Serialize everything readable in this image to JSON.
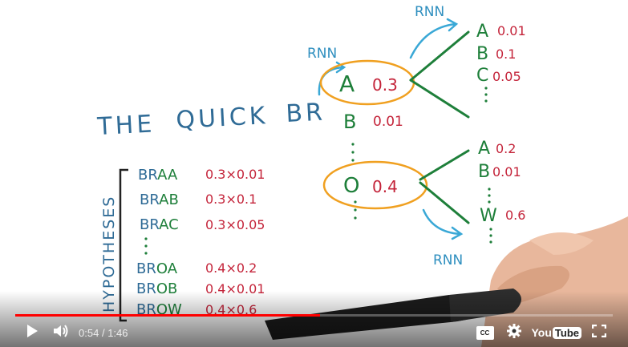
{
  "video": {
    "title_words": [
      "THE",
      "QUICK",
      "BR"
    ],
    "rnn_labels": [
      "RNN",
      "RNN",
      "RNN"
    ],
    "beam_top": {
      "letter": "A",
      "prob": "0.3"
    },
    "beam_second": {
      "letter": "B",
      "prob": "0.01"
    },
    "beam_bottom": {
      "letter": "O",
      "prob": "0.4"
    },
    "branch_top": [
      {
        "letter": "A",
        "prob": "0.01"
      },
      {
        "letter": "B",
        "prob": "0.1"
      },
      {
        "letter": "C",
        "prob": "0.05"
      }
    ],
    "branch_bottom": [
      {
        "letter": "A",
        "prob": "0.2"
      },
      {
        "letter": "B",
        "prob": "0.01"
      },
      {
        "letter": "W",
        "prob": "0.6"
      }
    ],
    "hypotheses_label": "HYPOTHESES",
    "hypotheses": [
      {
        "prefix": "BR",
        "suffix": "AA",
        "score": "0.3×0.01"
      },
      {
        "prefix": "BR",
        "suffix": "AB",
        "score": "0.3×0.1"
      },
      {
        "prefix": "BR",
        "suffix": "AC",
        "score": "0.3×0.05"
      },
      {
        "prefix": "BR",
        "suffix": "OA",
        "score": "0.4×0.2"
      },
      {
        "prefix": "BR",
        "suffix": "OB",
        "score": "0.4×0.01"
      },
      {
        "prefix": "BR",
        "suffix": "OW",
        "score": "0.4×0.6"
      }
    ]
  },
  "player": {
    "current_time": "0:54",
    "separator": "/",
    "duration": "1:46",
    "progress_fraction": 0.5094,
    "cc_label": "CC",
    "youtube_you": "You",
    "youtube_tube": "Tube",
    "icons": {
      "play": "play-icon",
      "volume": "volume-icon",
      "captions": "captions-icon",
      "settings": "gear-icon",
      "fullscreen": "fullscreen-icon"
    },
    "accent": "#ff0000"
  }
}
